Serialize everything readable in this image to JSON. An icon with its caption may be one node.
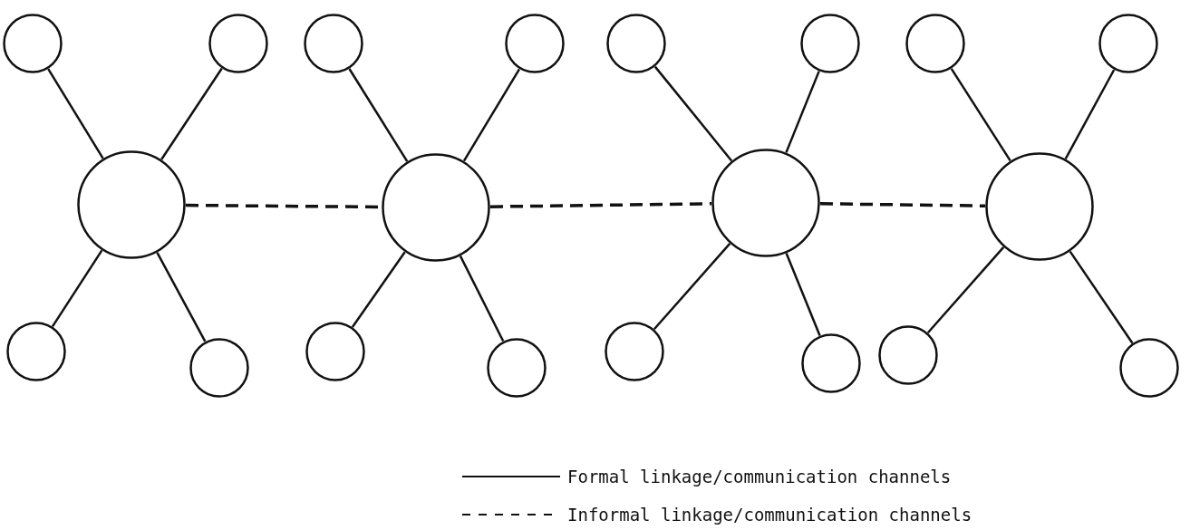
{
  "diagram": {
    "nodes": [
      {
        "text": [],
        "shape": "circle"
      },
      {
        "text": [],
        "shape": "circle"
      },
      {
        "text": [],
        "shape": "circle"
      },
      {
        "text": [],
        "shape": "circle"
      },
      {
        "text": [],
        "shape": "circle"
      },
      {
        "text": [],
        "shape": "circle"
      },
      {
        "text": [],
        "shape": "circle"
      },
      {
        "text": [],
        "shape": "circle"
      },
      {
        "text": [],
        "shape": "circle"
      },
      {
        "text": [],
        "shape": "circle"
      },
      {
        "text": [],
        "shape": "circle"
      },
      {
        "text": [],
        "shape": "circle"
      },
      {
        "text": [],
        "shape": "circle"
      },
      {
        "text": [],
        "shape": "circle"
      },
      {
        "text": [],
        "shape": "circle"
      },
      {
        "text": [],
        "shape": "circle"
      },
      {
        "text": [],
        "shape": "circle"
      },
      {
        "text": [],
        "shape": "circle"
      },
      {
        "text": [],
        "shape": "circle"
      },
      {
        "text": [],
        "shape": "circle"
      }
    ],
    "edges": [
      {
        "from": 8,
        "to": 0,
        "arrow": "none"
      },
      {
        "from": 8,
        "to": 1,
        "arrow": "none"
      },
      {
        "from": 8,
        "to": 12,
        "arrow": "none"
      },
      {
        "from": 8,
        "to": 13,
        "arrow": "none"
      },
      {
        "from": 9,
        "to": 2,
        "arrow": "none"
      },
      {
        "from": 9,
        "to": 3,
        "arrow": "none"
      },
      {
        "from": 9,
        "to": 14,
        "arrow": "none"
      },
      {
        "from": 9,
        "to": 15,
        "arrow": "none"
      },
      {
        "from": 10,
        "to": 4,
        "arrow": "none"
      },
      {
        "from": 10,
        "to": 5,
        "arrow": "none"
      },
      {
        "from": 10,
        "to": 16,
        "arrow": "none"
      },
      {
        "from": 10,
        "to": 17,
        "arrow": "none"
      },
      {
        "from": 11,
        "to": 6,
        "arrow": "none"
      },
      {
        "from": 11,
        "to": 7,
        "arrow": "none"
      },
      {
        "from": 11,
        "to": 18,
        "arrow": "none"
      },
      {
        "from": 11,
        "to": 19,
        "arrow": "none"
      },
      {
        "from": 8,
        "to": 9,
        "arrow": "none",
        "style": "dashed"
      },
      {
        "from": 9,
        "to": 10,
        "arrow": "none",
        "style": "dashed"
      },
      {
        "from": 10,
        "to": 11,
        "arrow": "none",
        "style": "dashed"
      }
    ],
    "legend": [
      {
        "text": "Formal linkage/communication channels"
      },
      {
        "text": "Informal linkage/communication channels"
      }
    ]
  }
}
